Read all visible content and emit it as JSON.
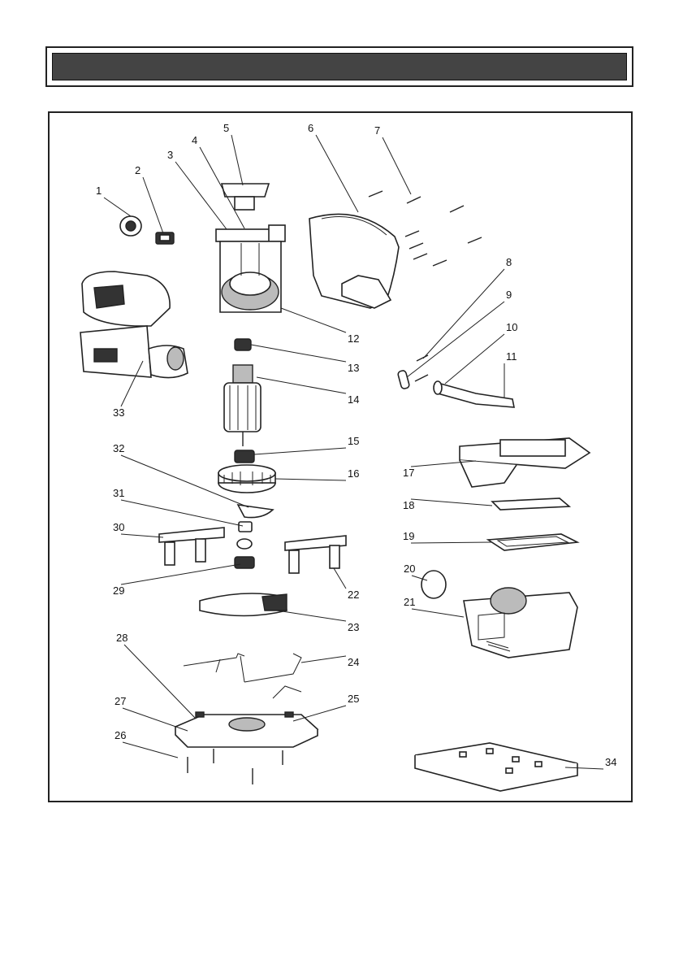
{
  "header": {
    "title": ""
  },
  "diagram": {
    "callouts": [
      {
        "number": "1"
      },
      {
        "number": "2"
      },
      {
        "number": "3"
      },
      {
        "number": "4"
      },
      {
        "number": "5"
      },
      {
        "number": "6"
      },
      {
        "number": "7"
      },
      {
        "number": "8"
      },
      {
        "number": "9"
      },
      {
        "number": "10"
      },
      {
        "number": "11"
      },
      {
        "number": "12"
      },
      {
        "number": "13"
      },
      {
        "number": "14"
      },
      {
        "number": "15"
      },
      {
        "number": "16"
      },
      {
        "number": "17"
      },
      {
        "number": "18"
      },
      {
        "number": "19"
      },
      {
        "number": "20"
      },
      {
        "number": "21"
      },
      {
        "number": "22"
      },
      {
        "number": "23"
      },
      {
        "number": "24"
      },
      {
        "number": "25"
      },
      {
        "number": "26"
      },
      {
        "number": "27"
      },
      {
        "number": "28"
      },
      {
        "number": "29"
      },
      {
        "number": "30"
      },
      {
        "number": "31"
      },
      {
        "number": "32"
      },
      {
        "number": "33"
      },
      {
        "number": "34"
      }
    ]
  }
}
